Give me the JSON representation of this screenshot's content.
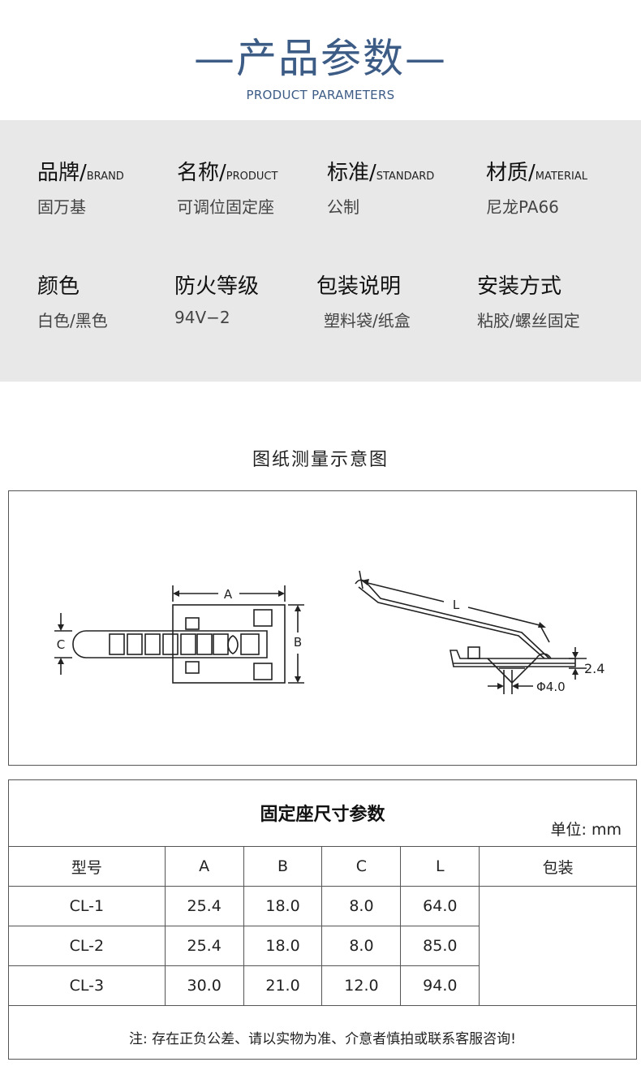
{
  "header": {
    "title": "—产品参数—",
    "subtitle": "PRODUCT PARAMETERS"
  },
  "params": {
    "row1": [
      {
        "label": "品牌/",
        "label_en": "BRAND",
        "value": "固万基"
      },
      {
        "label": "名称/",
        "label_en": "PRODUCT",
        "value": "可调位固定座"
      },
      {
        "label": "标准/",
        "label_en": "STANDARD",
        "value": "公制"
      },
      {
        "label": "材质/",
        "label_en": "MATERIAL",
        "value": "尼龙PA66"
      }
    ],
    "row2": [
      {
        "label": "颜色",
        "value": "白色/黑色"
      },
      {
        "label": "防火等级",
        "value": "94V−2"
      },
      {
        "label": "包装说明",
        "value": "塑料袋/纸盒"
      },
      {
        "label": "安装方式",
        "value": "粘胶/螺丝固定"
      }
    ]
  },
  "drawing": {
    "title": "图纸测量示意图",
    "labels": {
      "a": "A",
      "b": "B",
      "c": "C",
      "l": "L",
      "height": "2.4",
      "diameter": "Φ4.0"
    }
  },
  "table": {
    "title": "固定座尺寸参数",
    "unit": "单位: mm",
    "headers": [
      "型号",
      "A",
      "B",
      "C",
      "L",
      "包装"
    ],
    "rows": [
      [
        "CL-1",
        "25.4",
        "18.0",
        "8.0",
        "64.0"
      ],
      [
        "CL-2",
        "25.4",
        "18.0",
        "8.0",
        "85.0"
      ],
      [
        "CL-3",
        "30.0",
        "21.0",
        "12.0",
        "94.0"
      ]
    ],
    "note": "注: 存在正负公差、请以实物为准、介意者慎拍或联系客服咨询!"
  }
}
